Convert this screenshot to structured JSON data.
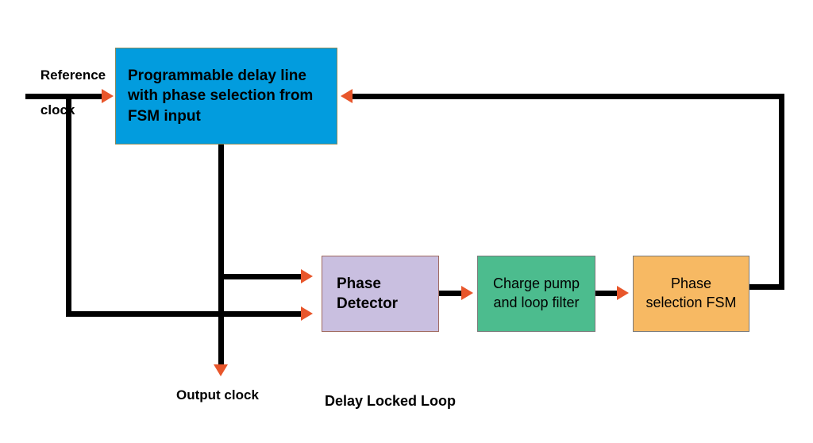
{
  "diagram": {
    "title": "Delay Locked Loop",
    "output_clock_label": "Output clock",
    "reference_clock_label_line1": "Reference",
    "reference_clock_label_line2": "clock",
    "colors": {
      "delay_line_fill": "#029CDE",
      "phase_detector_fill": "#C9BFE0",
      "charge_pump_fill": "#4CBC8E",
      "phase_fsm_fill": "#F7B963",
      "wire": "#000000",
      "arrowhead": "#E8562B",
      "text": "#000000",
      "background": "#FFFFFF"
    }
  },
  "blocks": {
    "delay_line": {
      "line1": "Programmable delay line",
      "line2": "with phase selection from",
      "line3": "FSM input"
    },
    "phase_detector": {
      "line1": "Phase",
      "line2": "Detector"
    },
    "charge_pump": {
      "line1": "Charge pump",
      "line2": "and loop filter"
    },
    "phase_fsm": {
      "line1": "Phase",
      "line2": "selection FSM"
    }
  }
}
